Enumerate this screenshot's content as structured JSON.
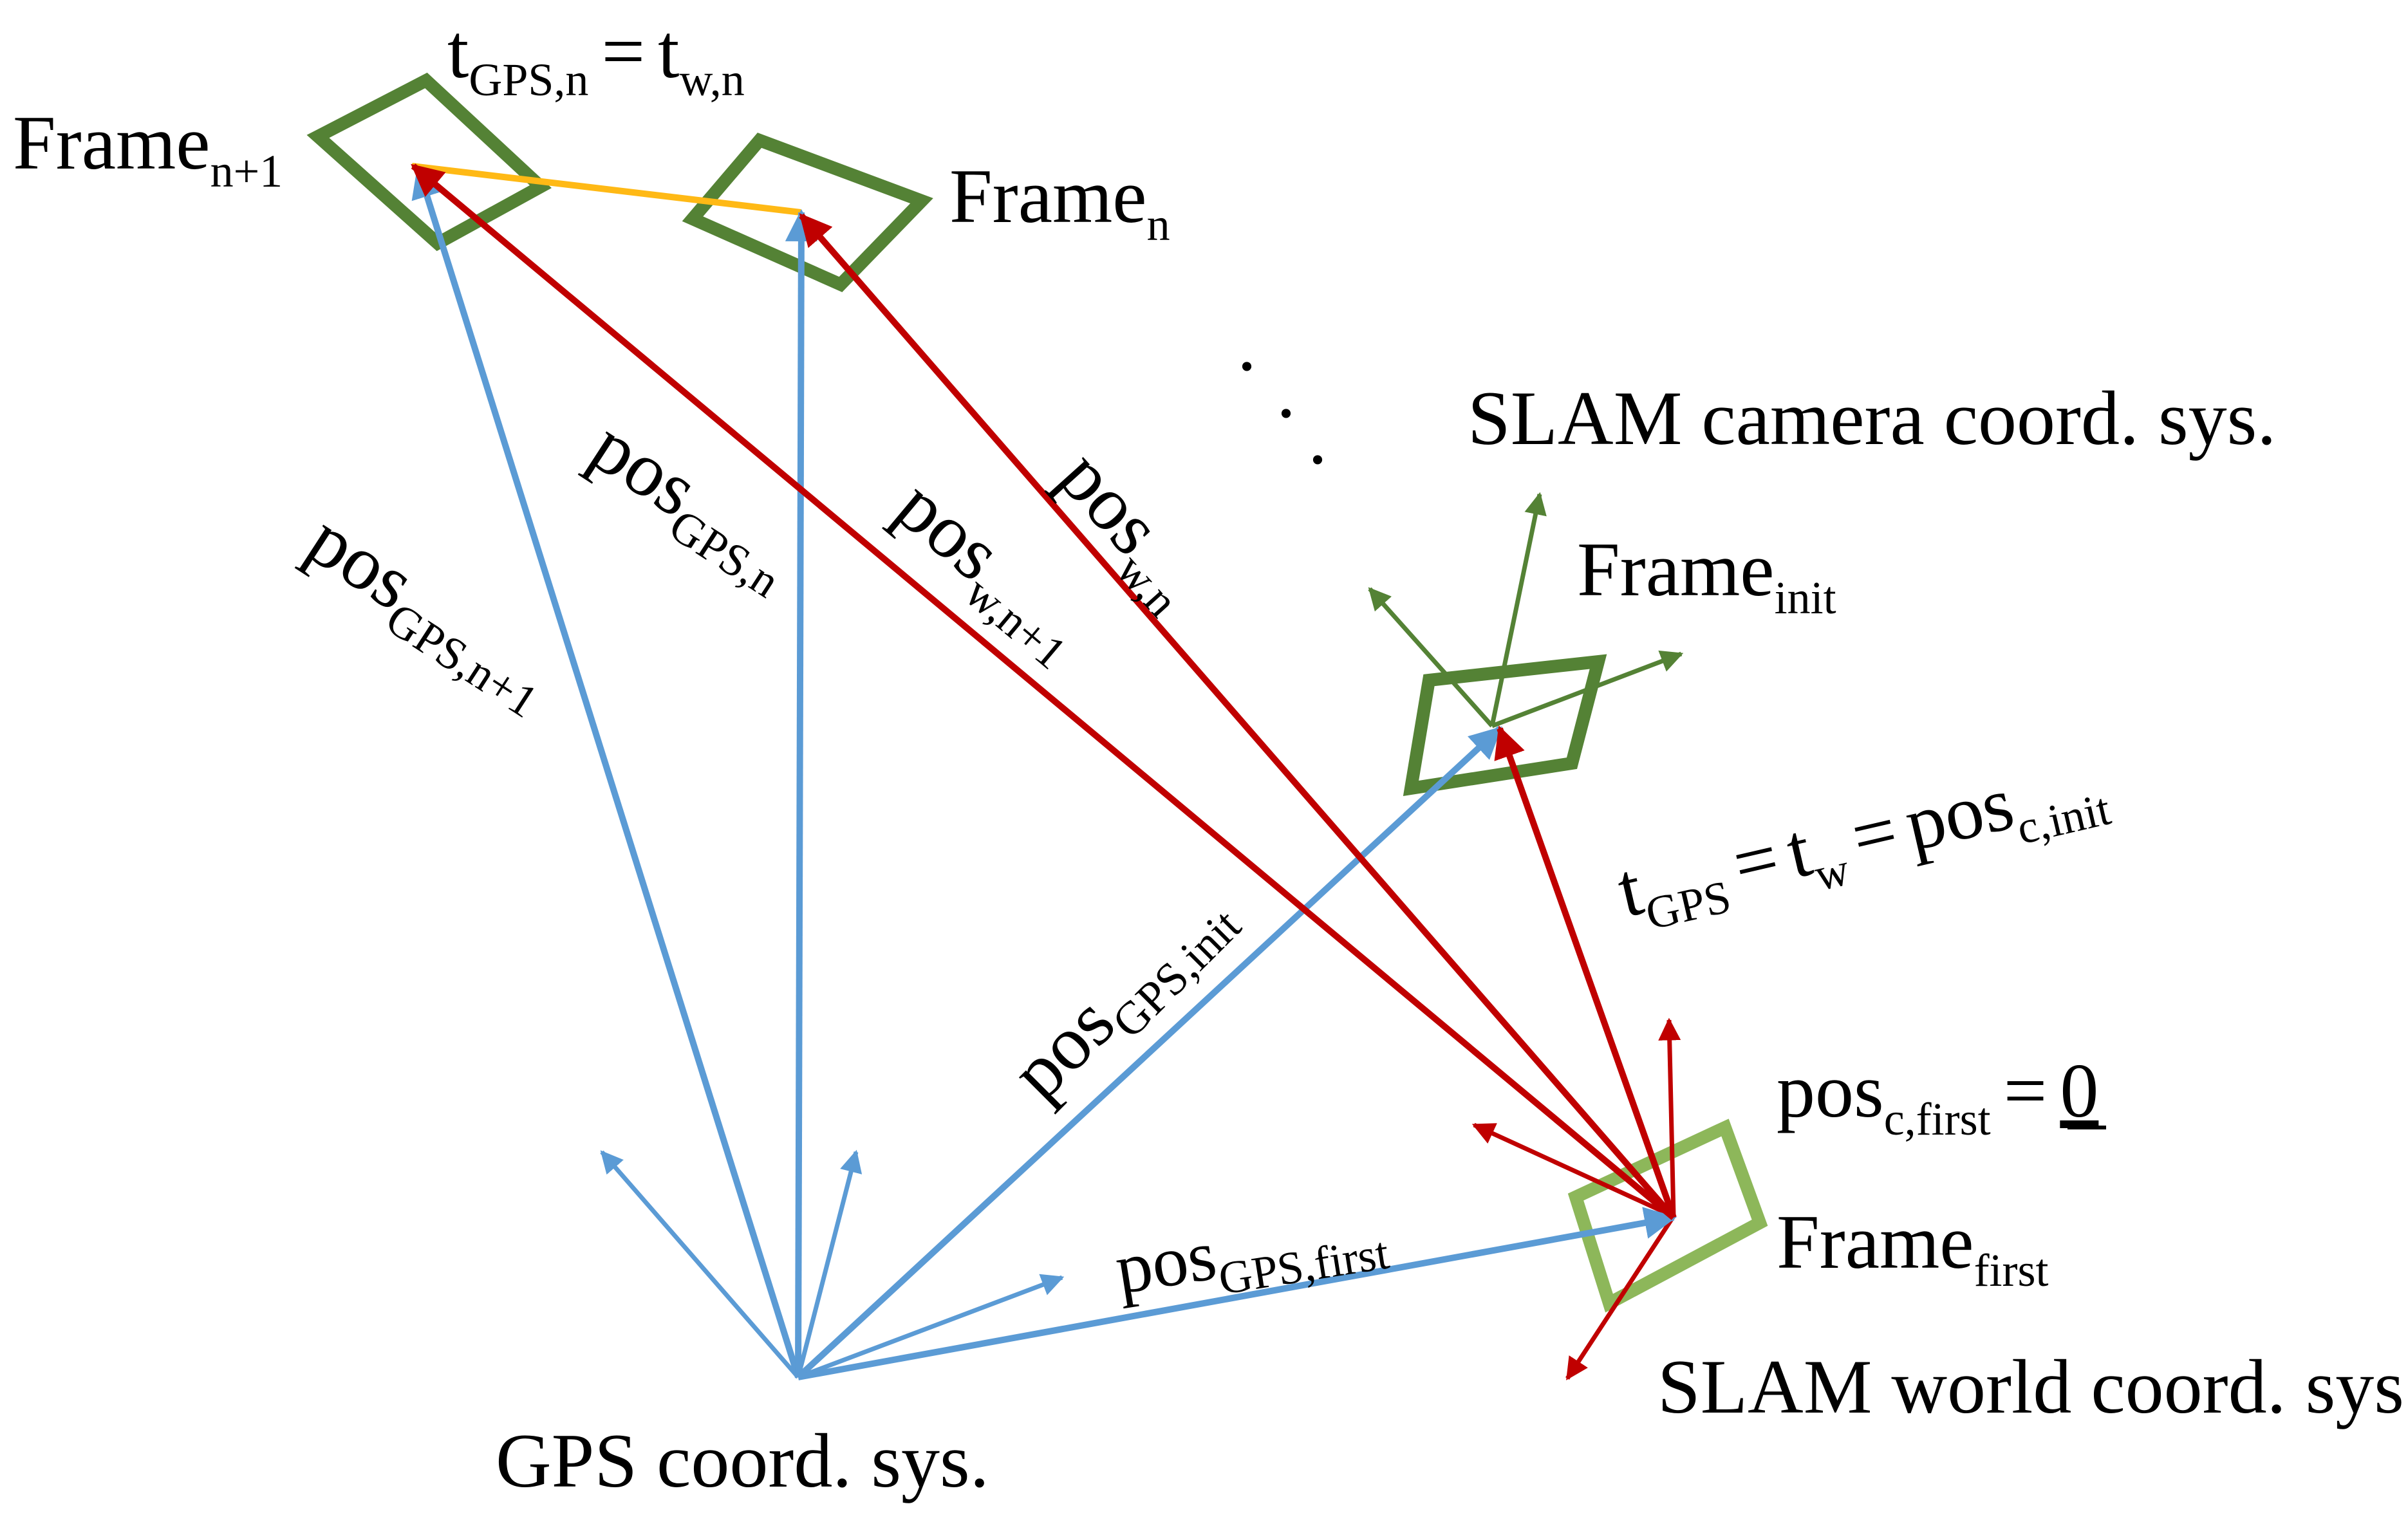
{
  "colors": {
    "gps_blue": "#5B9BD5",
    "slam_red": "#C00000",
    "frame_green": "#548235",
    "frame_light_green": "#8DB75A",
    "link_orange": "#FFB915",
    "text": "#000000"
  },
  "labels": {
    "frame_n1": {
      "base": "Frame",
      "sub": "n+1"
    },
    "frame_n": {
      "base": "Frame",
      "sub": "n"
    },
    "frame_init": {
      "base": "Frame",
      "sub": "init"
    },
    "frame_first": {
      "base": "Frame",
      "sub": "first"
    },
    "t_eq_top": {
      "t1": "t",
      "t1_sub": "GPS,n",
      "eq": "=",
      "t2": "t",
      "t2_sub": "w,n"
    },
    "slam_camera": "SLAM camera coord. sys.",
    "slam_world": "SLAM world coord. sys.",
    "gps_coord": "GPS coord. sys.",
    "pos_gps_n1": {
      "base": "pos",
      "sub": "GPS,n+1"
    },
    "pos_gps_n": {
      "base": "pos",
      "sub": "GPS,n"
    },
    "pos_w_n1": {
      "base": "pos",
      "sub": "w,n+1"
    },
    "pos_w_n": {
      "base": "pos",
      "sub": "w,n"
    },
    "pos_gps_init": {
      "base": "pos",
      "sub": "GPS,init"
    },
    "pos_gps_first": {
      "base": "pos",
      "sub": "GPS,first"
    },
    "t_eq_init": {
      "t1": "t",
      "t1_sub": "GPS",
      "eq1": "=",
      "t2": "t",
      "t2_sub": "w",
      "eq2": "=",
      "p": "pos",
      "p_sub": "c,init"
    },
    "pos_c_first": {
      "base": "pos",
      "sub": "c,first",
      "eq": "=",
      "zero": "0"
    },
    "ellipsis_dot": "."
  }
}
